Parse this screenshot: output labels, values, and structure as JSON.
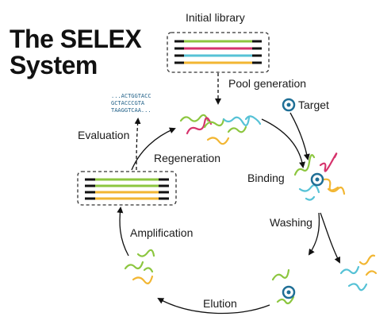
{
  "title": {
    "line1": "The SELEX",
    "line2": "System"
  },
  "labels": {
    "initial_library": "Initial library",
    "pool_generation": "Pool generation",
    "target": "Target",
    "binding": "Binding",
    "washing": "Washing",
    "elution": "Elution",
    "amplification": "Amplification",
    "regeneration": "Regeneration",
    "evaluation": "Evaluation"
  },
  "sequence_lines": [
    "...ACTGGTACC",
    "GCTACCCGTA",
    "TAAGGTCAA..."
  ],
  "colors": {
    "green": "#8cc63f",
    "magenta": "#d6336c",
    "cyan": "#56c2d6",
    "yellow": "#f2b632",
    "target": "#1f6f96",
    "strand_black": "#111111"
  }
}
